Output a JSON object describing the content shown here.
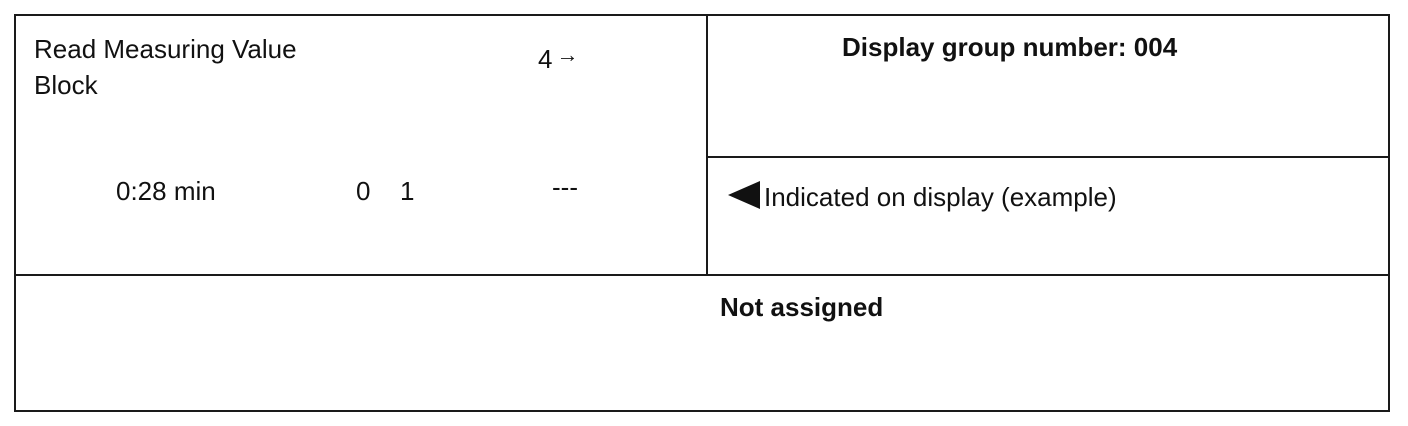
{
  "top_left": {
    "title_line1": "Read Measuring Value",
    "title_line2": "Block",
    "block_number": "4",
    "arrow_glyph": "→",
    "time_value": "0:28 min",
    "field_a": "0",
    "field_b": "1",
    "field_c": "---"
  },
  "top_right": {
    "display_group_label": "Display group number: 004",
    "indicator_icon": "left-triangle-icon",
    "indicator_text": "Indicated on display (example)"
  },
  "bottom": {
    "status": "Not assigned"
  }
}
